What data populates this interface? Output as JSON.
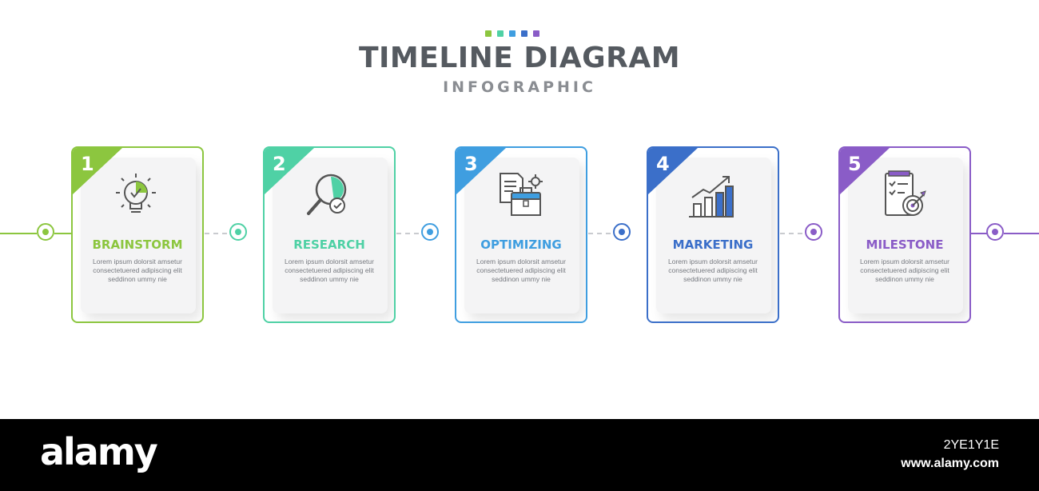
{
  "header": {
    "title": "TIMELINE DIAGRAM",
    "subtitle": "INFOGRAPHIC",
    "dot_colors": [
      "#8cc63f",
      "#4fd1a5",
      "#3f9ee0",
      "#3b6fc9",
      "#8a5cc7"
    ]
  },
  "steps": [
    {
      "number": "1",
      "label": "BRAINSTORM",
      "icon": "lightbulb-icon",
      "color": "#8cc63f",
      "desc": "Lorem ipsum dolorsit amsetur consectetuered adipiscing elit seddinon ummy nie"
    },
    {
      "number": "2",
      "label": "RESEARCH",
      "icon": "magnifier-check-icon",
      "color": "#4fd1a5",
      "desc": "Lorem ipsum dolorsit amsetur consectetuered adipiscing elit seddinon ummy nie"
    },
    {
      "number": "3",
      "label": "OPTIMIZING",
      "icon": "briefcase-gear-icon",
      "color": "#3f9ee0",
      "desc": "Lorem ipsum dolorsit amsetur consectetuered adipiscing elit seddinon ummy nie"
    },
    {
      "number": "4",
      "label": "MARKETING",
      "icon": "growth-chart-icon",
      "color": "#3b6fc9",
      "desc": "Lorem ipsum dolorsit amsetur consectetuered adipiscing elit seddinon ummy nie"
    },
    {
      "number": "5",
      "label": "MILESTONE",
      "icon": "checklist-target-icon",
      "color": "#8a5cc7",
      "desc": "Lorem ipsum dolorsit amsetur consectetuered adipiscing elit seddinon ummy nie"
    }
  ],
  "footer": {
    "brand": "alamy",
    "image_id": "2YE1Y1E",
    "url": "www.alamy.com"
  }
}
